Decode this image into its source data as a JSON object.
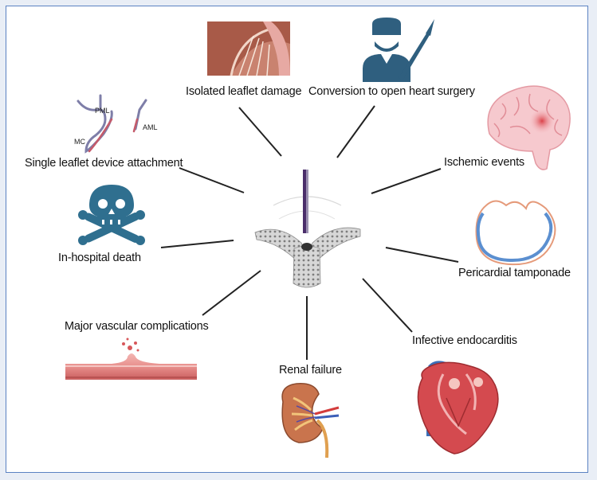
{
  "labels": {
    "isolated_leaflet_damage": "Isolated leaflet damage",
    "conversion_surgery": "Conversion to open heart surgery",
    "single_leaflet_attachment": "Single leaflet device attachment",
    "ischemic_events": "Ischemic events",
    "in_hospital_death": "In-hospital death",
    "pericardial_tamponade": "Pericardial tamponade",
    "major_vascular": "Major vascular complications",
    "infective_endocarditis": "Infective endocarditis",
    "renal_failure": "Renal failure"
  },
  "anatomy": {
    "pml": "PML",
    "aml": "AML",
    "mc": "MC"
  },
  "colors": {
    "frame_border": "#5b82c2",
    "icon_blue": "#2f5f7f",
    "connector": "#222222"
  }
}
